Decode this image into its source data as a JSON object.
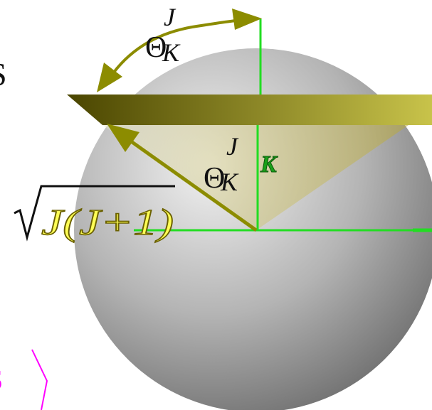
{
  "colors": {
    "background": "#ffffff",
    "sphere_light": "#f2f2f2",
    "sphere_mid": "#b4b4b4",
    "sphere_dark": "#6e6e6e",
    "olive_arrow": "#8c8c00",
    "plane_dark": "#4a4500",
    "plane_light": "#c8c34a",
    "green_axis": "#22dd22",
    "green_label": "#1aa01a",
    "yellow_fill": "#ffff55",
    "magenta": "#ff00ff",
    "black_text": "#111111"
  },
  "labels": {
    "theta_top_sym": "Θ",
    "theta_top_sup": "J",
    "theta_top_sub": "K",
    "theta_inner_sym": "Θ",
    "theta_inner_sup": "J",
    "theta_inner_sub": "K",
    "k_axis_label": "K",
    "sqrt_argument": "J(J+1)",
    "left_edge_top_glyph": "S",
    "left_edge_bottom_glyph": "S"
  },
  "icons": {
    "top_arc_arrow": "double-headed-arc-arrow",
    "vector_arrow": "arrow-head",
    "sqrt_sign": "radical-sign",
    "magenta_mark": "angle-bracket"
  }
}
